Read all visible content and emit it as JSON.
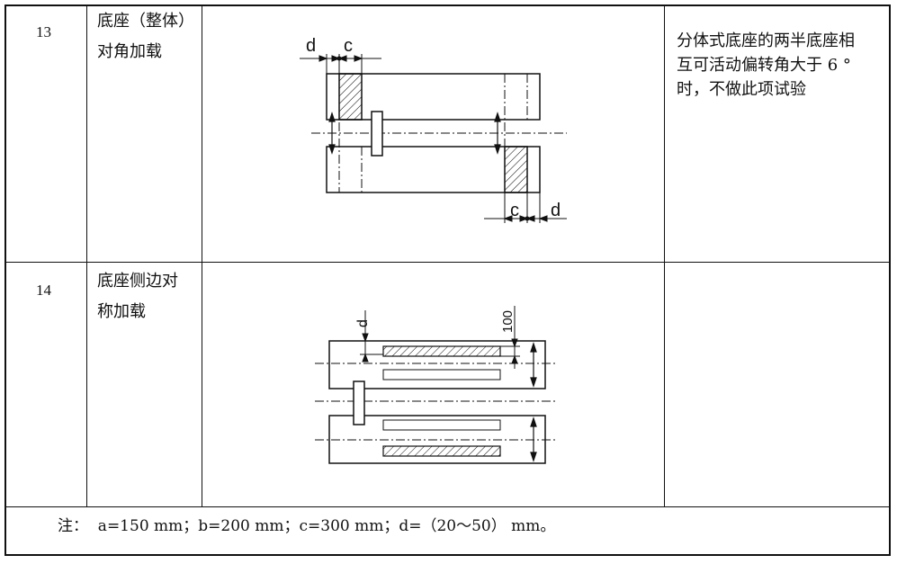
{
  "rows": [
    {
      "number": "13",
      "name_line1": "底座（整体）",
      "name_line2": "对角加载",
      "diagram_labels": {
        "d_top": "d",
        "c_top": "c",
        "c_bottom": "c",
        "d_bottom": "d"
      },
      "remark_lines": [
        "分体式底座的两半底座相",
        "互可活动偏转角大于 6 °",
        "时，不做此项试验"
      ]
    },
    {
      "number": "14",
      "name_line1": "底座侧边对",
      "name_line2": "称加载",
      "diagram_labels": {
        "d_side": "d",
        "dim_100": "100"
      },
      "remark_lines": []
    }
  ],
  "note": "注：  a=150 mm；b=200 mm；c=300 mm；d=（20～50） mm。"
}
